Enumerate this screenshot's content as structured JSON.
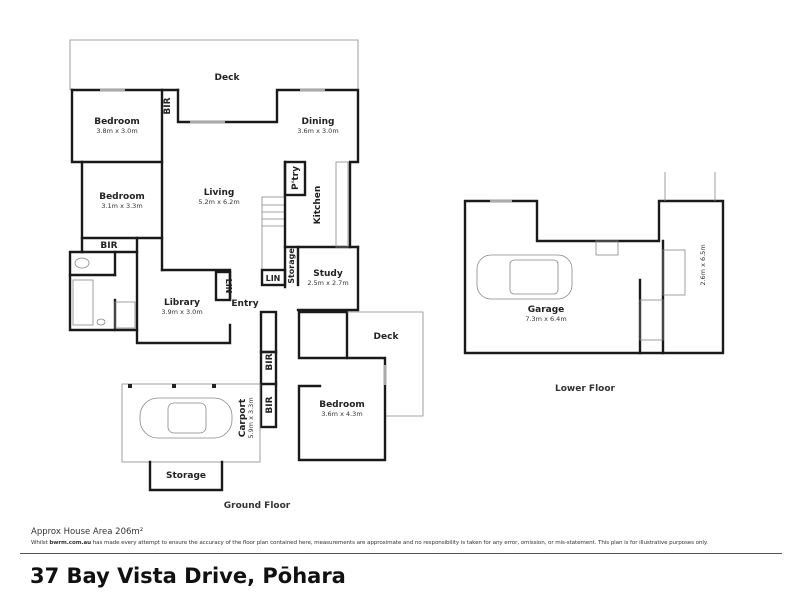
{
  "ground_floor": {
    "label": "Ground Floor",
    "rooms": {
      "deck_top": {
        "name": "Deck"
      },
      "bedroom1": {
        "name": "Bedroom",
        "dims": "3.8m x 3.0m"
      },
      "bir1": {
        "name": "BIR"
      },
      "dining": {
        "name": "Dining",
        "dims": "3.6m x 3.0m"
      },
      "bedroom2": {
        "name": "Bedroom",
        "dims": "3.1m x 3.3m"
      },
      "living": {
        "name": "Living",
        "dims": "5.2m x 6.2m"
      },
      "pantry": {
        "name": "P'try"
      },
      "kitchen": {
        "name": "Kitchen"
      },
      "bir2": {
        "name": "BIR"
      },
      "storage_inner": {
        "name": "Storage"
      },
      "lin1": {
        "name": "LIN"
      },
      "lin2": {
        "name": "LIN"
      },
      "study": {
        "name": "Study",
        "dims": "2.5m x 2.7m"
      },
      "library": {
        "name": "Library",
        "dims": "3.9m x 3.0m"
      },
      "entry": {
        "name": "Entry"
      },
      "deck_side": {
        "name": "Deck"
      },
      "bir3": {
        "name": "BIR"
      },
      "bir4": {
        "name": "BIR"
      },
      "bedroom3": {
        "name": "Bedroom",
        "dims": "3.6m x 4.3m"
      },
      "carport": {
        "name": "Carport",
        "dims": "5.9m x 3.3m"
      },
      "storage_carport": {
        "name": "Storage"
      }
    }
  },
  "lower_floor": {
    "label": "Lower Floor",
    "rooms": {
      "garage": {
        "name": "Garage",
        "dims": "7.3m x 6.4m"
      },
      "side_room": {
        "dims": "2.6m x 6.5m"
      }
    }
  },
  "footer": {
    "area": "Approx House Area 206m²",
    "disclaimer_prefix": "Whilst ",
    "disclaimer_brand": "bwrm.com.au",
    "disclaimer_rest": " has made every attempt to ensure the accuracy of the floor plan contained here, measurements are approximate and no responsibility is taken for any error, omission, or mis-statement. This plan is for illustrative purposes only.",
    "address": "37 Bay Vista Drive, Pōhara"
  }
}
